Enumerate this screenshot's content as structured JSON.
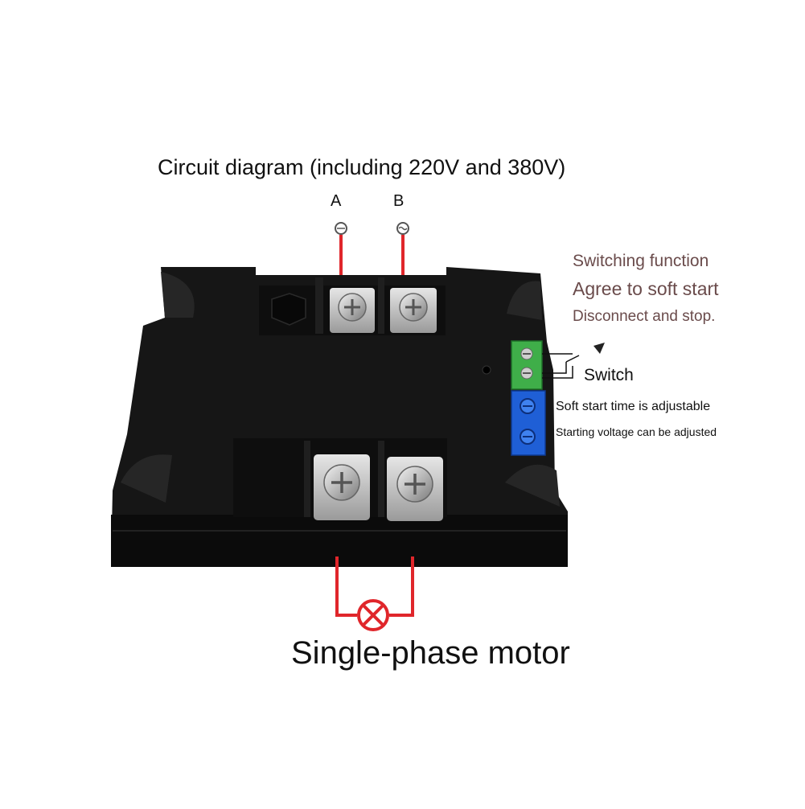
{
  "diagram": {
    "title": "Circuit diagram (including 220V and 380V)",
    "input_terminals": [
      {
        "label": "A"
      },
      {
        "label": "B"
      }
    ],
    "switching_function": {
      "heading": "Switching function",
      "line_agree": "Agree to soft start",
      "line_disconnect": "Disconnect and stop."
    },
    "switch_label": "Switch",
    "potentiometer_notes": [
      "Soft start time is adjustable",
      "Starting voltage can be adjusted"
    ],
    "load_label": "Single-phase motor",
    "colors": {
      "wire": "#e0262b",
      "module_body": "#151515",
      "terminal_block": "#3fae49",
      "potentiometer": "#1f5fd6",
      "annotation_text": "#6a4b4b"
    }
  }
}
